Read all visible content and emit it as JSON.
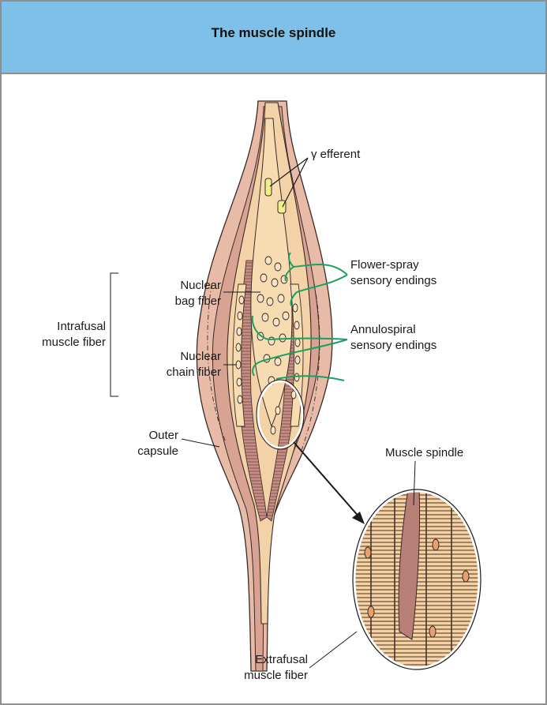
{
  "figure": {
    "title": "The muscle spindle",
    "labels": {
      "gamma_efferent": "γ efferent",
      "flower_spray_1": "Flower-spray",
      "flower_spray_2": "sensory endings",
      "annulospiral_1": "Annulospiral",
      "annulospiral_2": "sensory endings",
      "nuclear_bag_1": "Nuclear",
      "nuclear_bag_2": "bag fiber",
      "nuclear_chain_1": "Nuclear",
      "nuclear_chain_2": "chain fiber",
      "intrafusal_1": "Intrafusal",
      "intrafusal_2": "muscle fiber",
      "outer_capsule_1": "Outer",
      "outer_capsule_2": "capsule",
      "muscle_spindle": "Muscle spindle",
      "extrafusal_1": "Extrafusal",
      "extrafusal_2": "muscle fiber"
    },
    "colors": {
      "header": "#7fc0e8",
      "muscle_outer": "#e7b7a4",
      "muscle_inner": "#c98f83",
      "fiber_light": "#f6d9ae",
      "nerve": "#1aa060",
      "efferent": "#f2ef8a"
    }
  }
}
